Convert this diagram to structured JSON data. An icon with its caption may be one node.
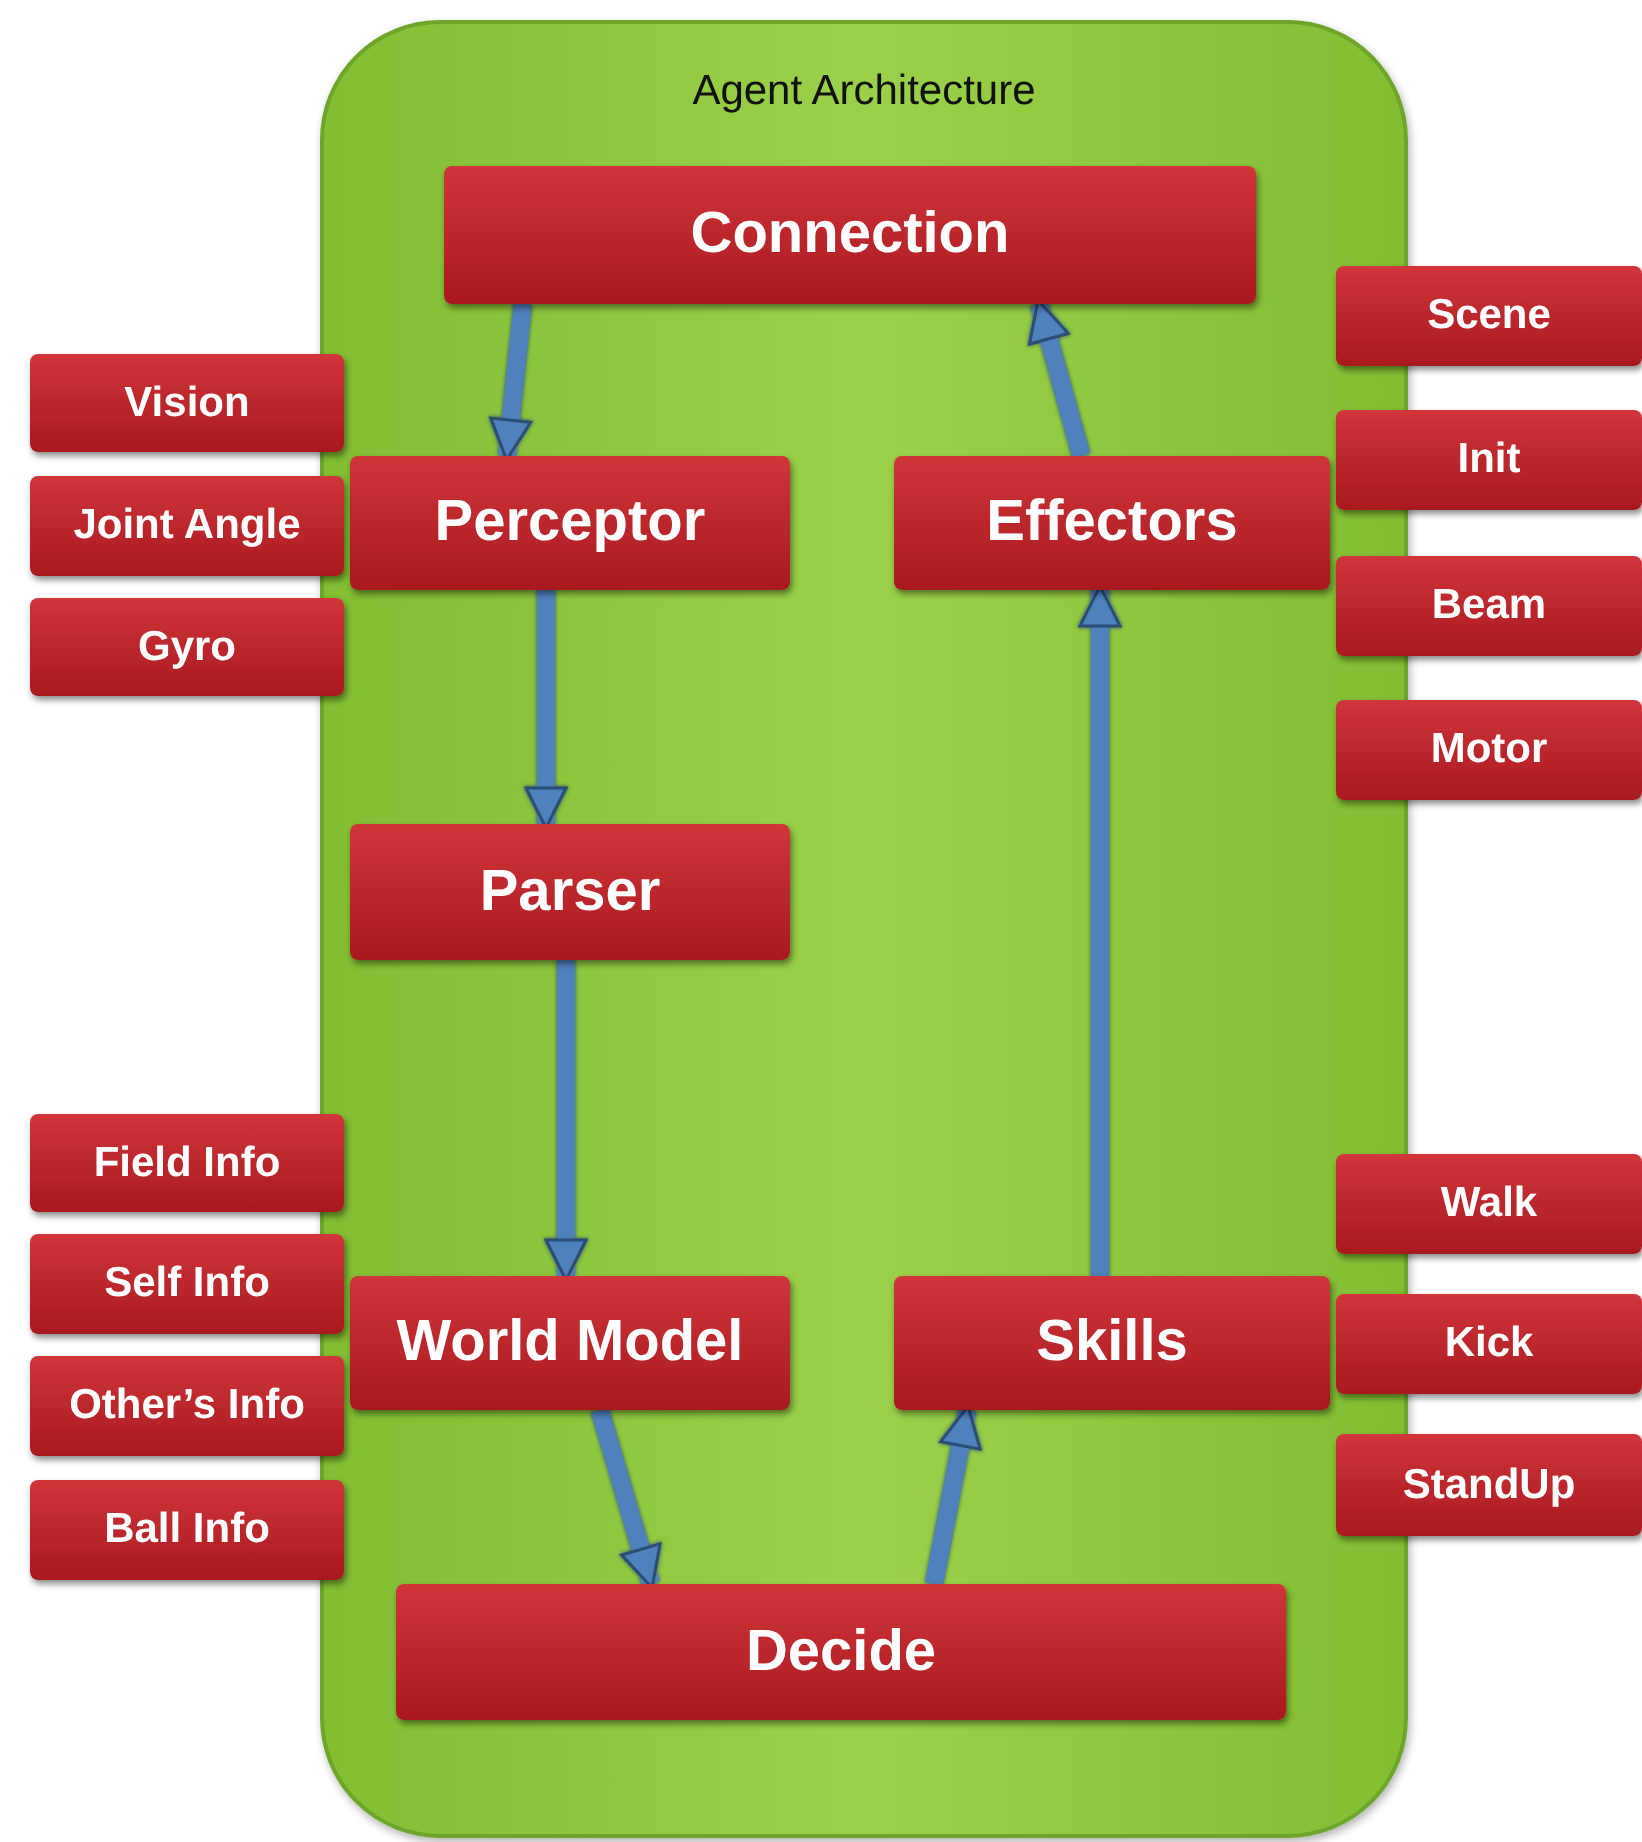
{
  "diagram": {
    "nodes": [
      {
        "text": [
          "Agent Architecture"
        ]
      },
      {
        "text": [
          "Connection"
        ],
        "in": 0
      },
      {
        "text": [
          "Perceptor"
        ],
        "in": 0
      },
      {
        "text": [
          "Effectors"
        ],
        "in": 0
      },
      {
        "text": [
          "Parser"
        ],
        "in": 0
      },
      {
        "text": [
          "World Model"
        ],
        "in": 0
      },
      {
        "text": [
          "Skills"
        ],
        "in": 0
      },
      {
        "text": [
          "Decide"
        ],
        "in": 0
      },
      {
        "text": [
          "Vision"
        ]
      },
      {
        "text": [
          "Joint Angle"
        ]
      },
      {
        "text": [
          "Gyro"
        ]
      },
      {
        "text": [
          "Field Info"
        ]
      },
      {
        "text": [
          "Self Info"
        ]
      },
      {
        "text": [
          "Other’s Info"
        ]
      },
      {
        "text": [
          "Ball Info"
        ]
      },
      {
        "text": [
          "Scene"
        ]
      },
      {
        "text": [
          "Init"
        ]
      },
      {
        "text": [
          "Beam"
        ]
      },
      {
        "text": [
          "Motor"
        ]
      },
      {
        "text": [
          "Walk"
        ]
      },
      {
        "text": [
          "Kick"
        ]
      },
      {
        "text": [
          "StandUp"
        ]
      }
    ],
    "edges": [
      {
        "from": 1,
        "to": 2,
        "arrow": "to"
      },
      {
        "from": 2,
        "to": 4,
        "arrow": "to"
      },
      {
        "from": 4,
        "to": 5,
        "arrow": "to"
      },
      {
        "from": 5,
        "to": 7,
        "arrow": "to"
      },
      {
        "from": 7,
        "to": 6,
        "arrow": "to"
      },
      {
        "from": 6,
        "to": 3,
        "arrow": "to"
      },
      {
        "from": 3,
        "to": 1,
        "arrow": "to"
      }
    ]
  }
}
